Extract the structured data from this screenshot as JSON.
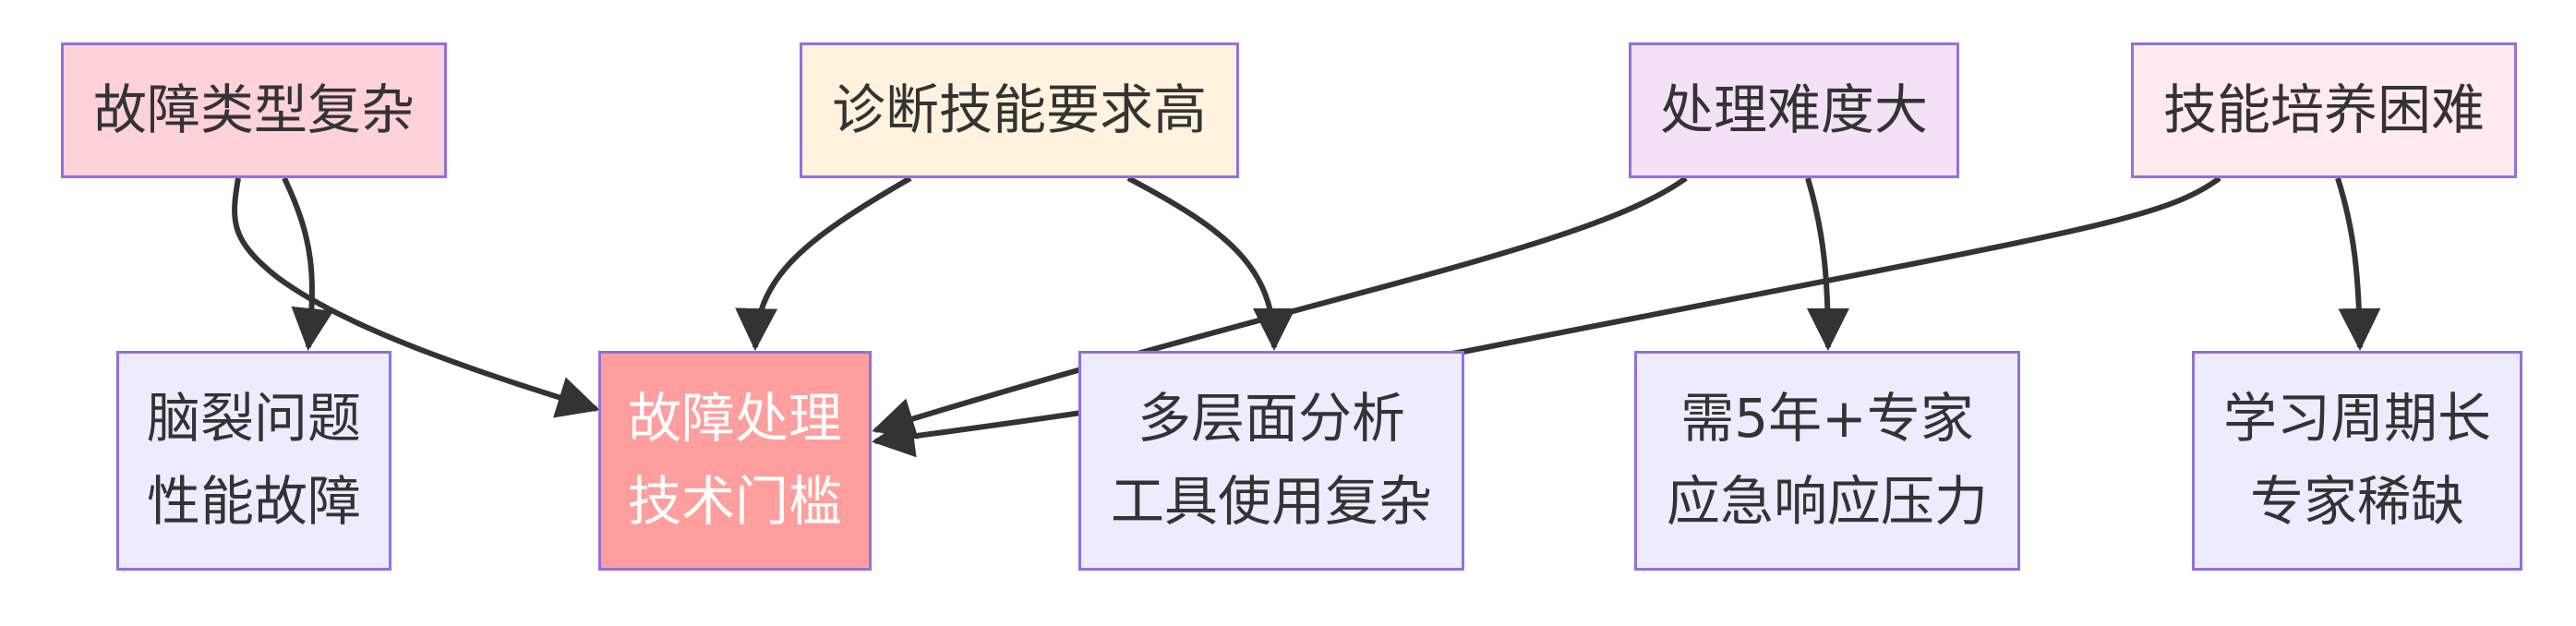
{
  "diagram": {
    "nodes": {
      "type_complex": {
        "label": "故障类型复杂",
        "fill": "#FFD1D8"
      },
      "diag_skill": {
        "label": "诊断技能要求高",
        "fill": "#FFF3DE"
      },
      "handle_hard": {
        "label": "处理难度大",
        "fill": "#F3E2F6"
      },
      "skill_train": {
        "label": "技能培养困难",
        "fill": "#FFEAF0"
      },
      "brain_split": {
        "line1": "脑裂问题",
        "line2": "性能故障",
        "fill": "#ECECFF"
      },
      "threshold": {
        "line1": "故障处理",
        "line2": "技术门槛",
        "fill": "#FF9E9E",
        "text_color": "#FFFFFF"
      },
      "multi_layer": {
        "line1": "多层面分析",
        "line2": "工具使用复杂",
        "fill": "#ECECFF"
      },
      "expert_need": {
        "line1": "需5年+专家",
        "line2": "应急响应压力",
        "fill": "#ECECFF"
      },
      "learn_cycle": {
        "line1": "学习周期长",
        "line2": "专家稀缺",
        "fill": "#ECECFF"
      }
    },
    "edges": [
      {
        "from": "type_complex",
        "to": "brain_split"
      },
      {
        "from": "type_complex",
        "to": "threshold"
      },
      {
        "from": "diag_skill",
        "to": "threshold"
      },
      {
        "from": "diag_skill",
        "to": "multi_layer"
      },
      {
        "from": "handle_hard",
        "to": "threshold"
      },
      {
        "from": "handle_hard",
        "to": "expert_need"
      },
      {
        "from": "skill_train",
        "to": "threshold"
      },
      {
        "from": "skill_train",
        "to": "learn_cycle"
      }
    ],
    "colors": {
      "border": "#9370DB",
      "edge": "#333333",
      "text": "#333333"
    }
  }
}
